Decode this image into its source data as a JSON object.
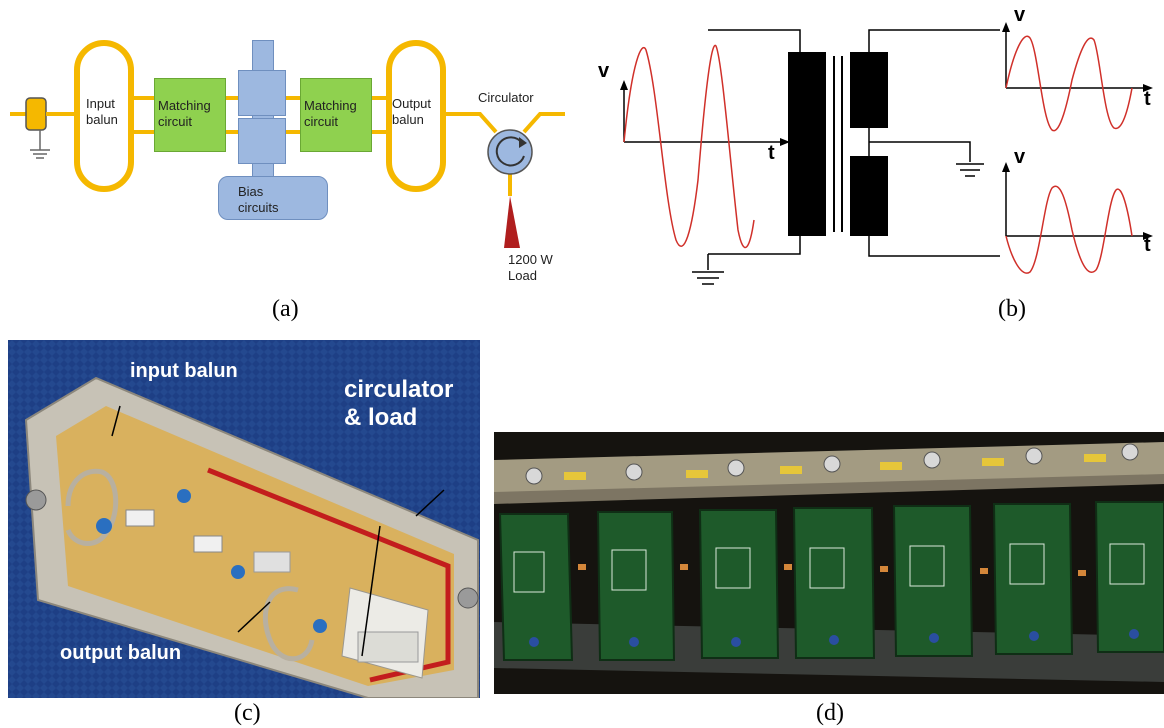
{
  "panel_a": {
    "input_balun": "Input\nbalun",
    "matching_left": "Matching\ncircuit",
    "matching_right": "Matching\ncircuit",
    "output_balun": "Output\nbalun",
    "bias": "Bias\ncircuits",
    "circulator": "Circulator",
    "load": "1200 W\nLoad",
    "caption": "(a)"
  },
  "panel_b": {
    "v_left": "v",
    "t_left": "t",
    "v_top": "v",
    "t_top": "t",
    "v_bottom": "v",
    "t_bottom": "t",
    "caption": "(b)"
  },
  "panel_c": {
    "input_balun": "input balun",
    "circulator": "circulator\n& load",
    "output_balun": "output balun",
    "caption": "(c)"
  },
  "panel_d": {
    "caption": "(d)"
  },
  "colors": {
    "balun_yellow": "#f5b800",
    "matching_green": "#8fd14f",
    "bias_blue": "#9db8e0",
    "wave_red": "#d0302a",
    "photo_blue": "#1e3f85",
    "board_green": "#1e5a2a"
  }
}
